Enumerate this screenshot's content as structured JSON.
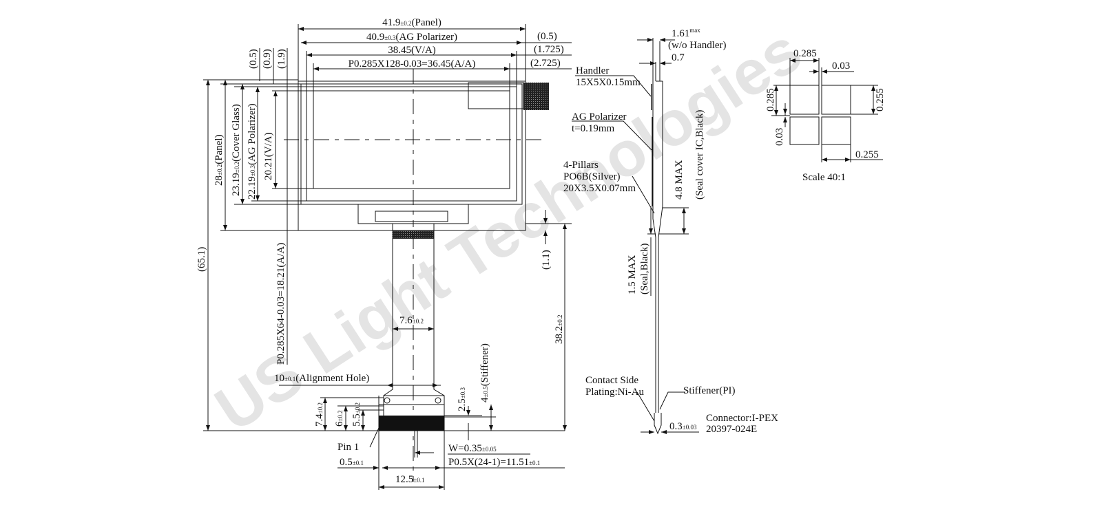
{
  "watermark": "US Light Technologies",
  "front": {
    "panel_w": {
      "v": "41.9",
      "tol": "±0.2",
      "s": "(Panel)"
    },
    "pol_w": {
      "v": "40.9",
      "tol": "±0.3",
      "s": "(AG Polarizer)"
    },
    "va_w": "38.45(V/A)",
    "aa_w": "P0.285X128-0.03=36.45(A/A)",
    "r1": "(0.5)",
    "r2": "(1.725)",
    "r3": "(2.725)",
    "l1": "(0.5)",
    "l2": "(0.9)",
    "l3": "(1.9)",
    "panel_h": {
      "v": "28",
      "tol": "±0.2",
      "s": "(Panel)"
    },
    "glass_h": {
      "v": "23.19",
      "tol": "±0.2",
      "s": "(Cover Glass)"
    },
    "pol_h": {
      "v": "22.19",
      "tol": "±0.3",
      "s": "(AG Polarizer)"
    },
    "va_h": "20.21(V/A)",
    "aa_h": "P0.285X64-0.03=18.21(A/A)",
    "total_h": "(65.1)",
    "gap": "(1.1)",
    "fpc_len": {
      "v": "38.2",
      "tol": "±0.2"
    },
    "fpc_w": {
      "v": "7.6",
      "tol": "±0.2"
    },
    "align": {
      "v": "10",
      "tol": "±0.1",
      "s": "(Alignment Hole)"
    },
    "h74": {
      "v": "7.4",
      "tol": "±0.2"
    },
    "h6": {
      "v": "6",
      "tol": "±0.2"
    },
    "h55": {
      "v": "5.5",
      "tol": "±0.2"
    },
    "h25": {
      "v": "2.5",
      "tol": "±0.3"
    },
    "stiff": {
      "v": "4",
      "tol": "±0.5",
      "s": "(Stiffener)"
    },
    "pin1": "Pin 1",
    "w": {
      "v": "W=0.35",
      "tol": "±0.05"
    },
    "pitch": {
      "v": "P0.5X(24-1)=11.51",
      "tol": "±0.1"
    },
    "edge": {
      "v": "0.5",
      "tol": "±0.1"
    },
    "tail_w": {
      "v": "12.5",
      "tol": "±0.1"
    }
  },
  "side": {
    "thick": {
      "v": "1.61",
      "tol": "max"
    },
    "thick_note": "(w/o Handler)",
    "t07": "0.7",
    "handler": [
      "Handler",
      "15X5X0.15mm"
    ],
    "pol": [
      "AG Polarizer",
      "t=0.19mm"
    ],
    "pillars": [
      "4-Pillars",
      "PO6B(Silver)",
      "20X3.5X0.07mm"
    ],
    "seal_ic": "4.8 MAX",
    "seal_ic_note": "(Seal cover IC,Black)",
    "seal": "1.5 MAX",
    "seal_note": "(Seal,Black)",
    "contact": [
      "Contact Side",
      "Plating:Ni-Au"
    ],
    "stiffener": "Stiffener(PI)",
    "conn_t": {
      "v": "0.3",
      "tol": "±0.03"
    },
    "connector": [
      "Connector:I-PEX",
      "20397-024E"
    ]
  },
  "detail": {
    "p1": "0.285",
    "g1": "0.03",
    "p2": "0.285",
    "s1": "0.255",
    "g2": "0.03",
    "s2": "0.255",
    "scale": "Scale 40:1"
  }
}
